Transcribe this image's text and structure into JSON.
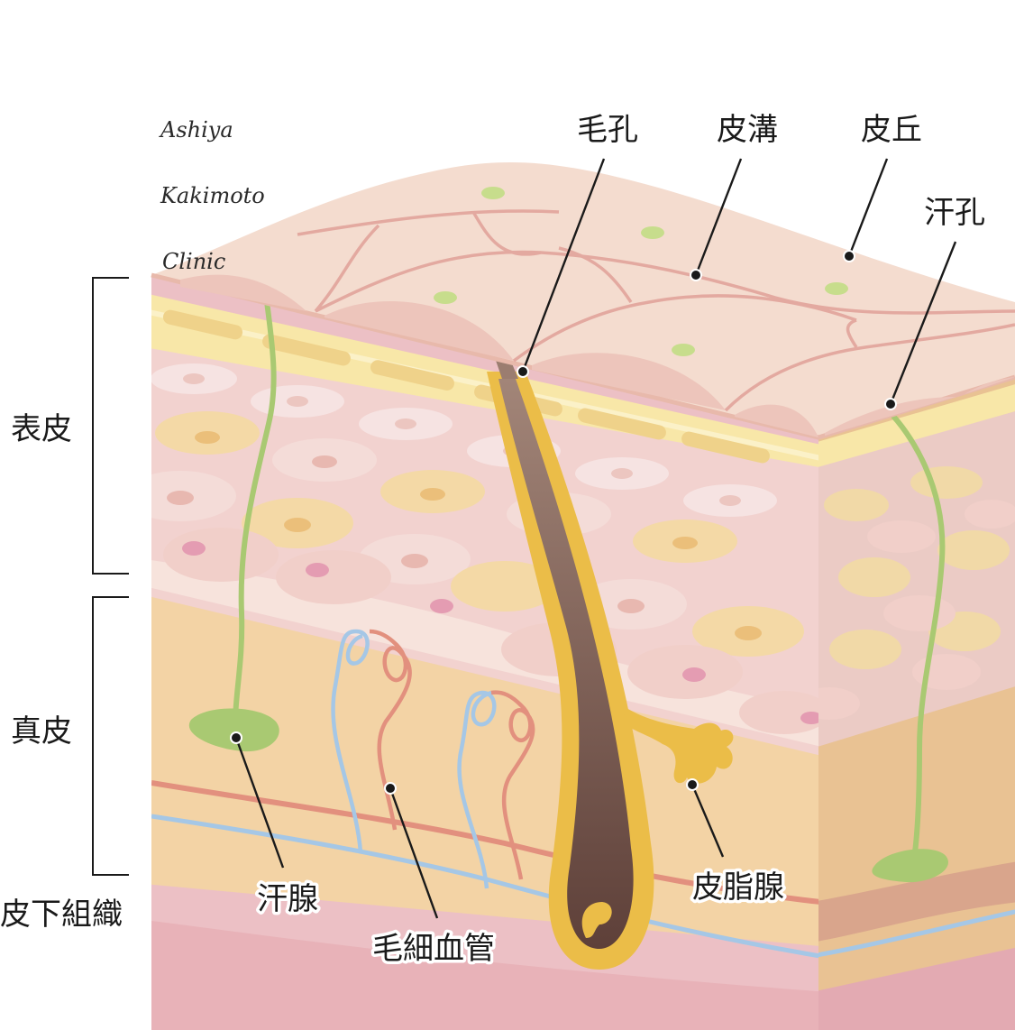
{
  "watermark": {
    "line1": "Ashiya",
    "line2": "Kakimoto",
    "line3": "Clinic"
  },
  "labels": {
    "pore": "毛孔",
    "skin_groove": "皮溝",
    "skin_hill": "皮丘",
    "sweat_pore": "汗孔",
    "epidermis": "表皮",
    "dermis": "真皮",
    "subcutaneous": "皮下組織",
    "sweat_gland": "汗腺",
    "capillary": "毛細血管",
    "sebaceous_gland": "皮脂腺"
  },
  "colors": {
    "surface": "#f4dccf",
    "groove": "#e3a9a0",
    "granular": "#f8e7a8",
    "epidermis": "#f2d2cf",
    "dermis": "#f3d3a5",
    "dermis_side": "#e9c293",
    "subcutaneous": "#ecc0c5",
    "hair_sheath": "#ebbd48",
    "hair": "#6e5148",
    "sweat_duct": "#a9c972",
    "artery": "#e2907e",
    "vein": "#a5c7e6"
  }
}
